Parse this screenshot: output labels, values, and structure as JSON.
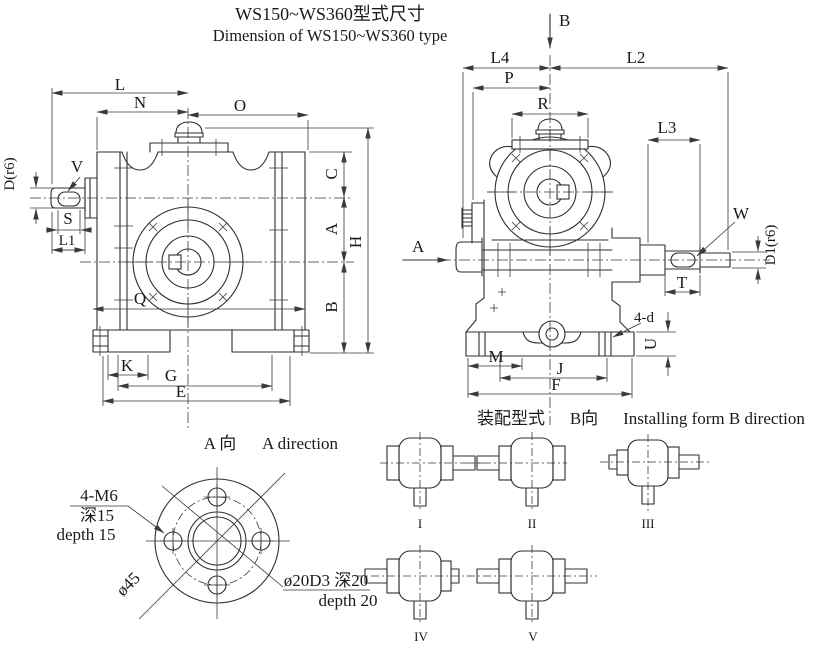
{
  "title": {
    "line1": "WS150~WS360型式尺寸",
    "line2": "Dimension of WS150~WS360 type"
  },
  "front_view": {
    "dim_labels": {
      "L": "L",
      "N": "N",
      "O": "O",
      "C": "C",
      "A": "A",
      "H": "H",
      "B": "B",
      "Q": "Q",
      "K": "K",
      "G": "G",
      "E": "E",
      "V": "V",
      "S": "S",
      "L1": "L1",
      "D": "D(r6)"
    }
  },
  "side_view": {
    "view_arrows": {
      "B": "B",
      "A": "A"
    },
    "dim_labels": {
      "L4": "L4",
      "L2": "L2",
      "P": "P",
      "R": "R",
      "L3": "L3",
      "W": "W",
      "D1": "D1(r6)",
      "T": "T",
      "M": "M",
      "J": "J",
      "F": "F",
      "U": "U",
      "holes": "4-d"
    }
  },
  "a_direction_view": {
    "label_cn": "A 向",
    "label_en": "A direction",
    "callouts": {
      "bolts": "4-M6",
      "bolt_depth_cn": "深15",
      "bolt_depth_en": "depth 15",
      "bolt_circle_dia": "ø45",
      "bore": "ø20D3 深20",
      "bore_depth_en": "depth 20"
    }
  },
  "installing_forms": {
    "label_cn": "装配型式",
    "label_dir": "B向",
    "label_en": "Installing form B direction",
    "forms": [
      "I",
      "II",
      "III",
      "IV",
      "V"
    ]
  },
  "colors": {
    "line": "#2f2f2f",
    "text": "#1a1a1a",
    "background": "#ffffff"
  }
}
